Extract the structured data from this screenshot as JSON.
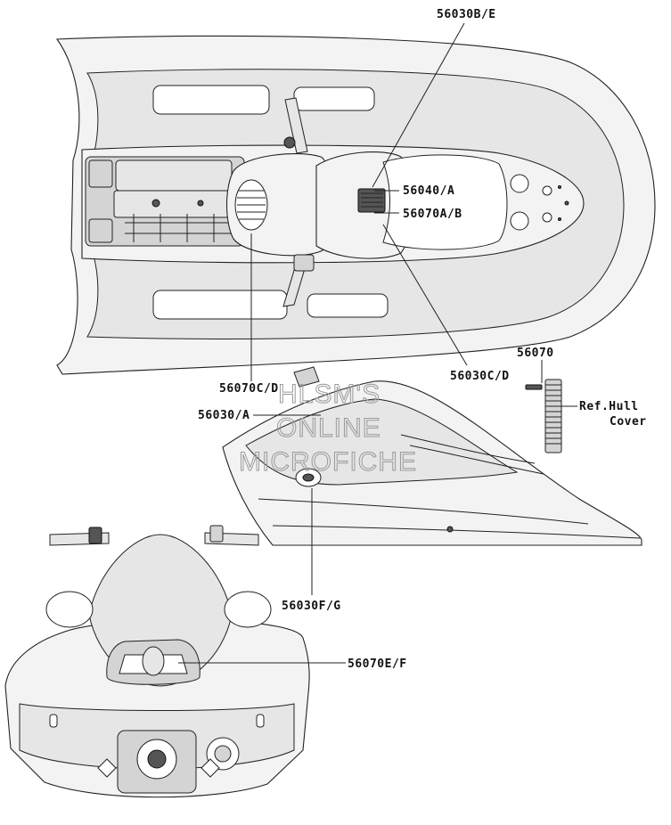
{
  "labels": {
    "l_56030be": "56030B/E",
    "l_56040a": "56040/A",
    "l_56070ab": "56070A/B",
    "l_56030cd": "56030C/D",
    "l_56070": "56070",
    "l_refhull": "Ref.Hull",
    "l_cover": "Cover",
    "l_56070cd": "56070C/D",
    "l_56030a": "56030/A",
    "l_56030fg": "56030F/G",
    "l_56070ef": "56070E/F"
  },
  "watermark": {
    "line1": "HLSM'S",
    "line2": "ONLINE",
    "line3": "MICROFICHE"
  }
}
